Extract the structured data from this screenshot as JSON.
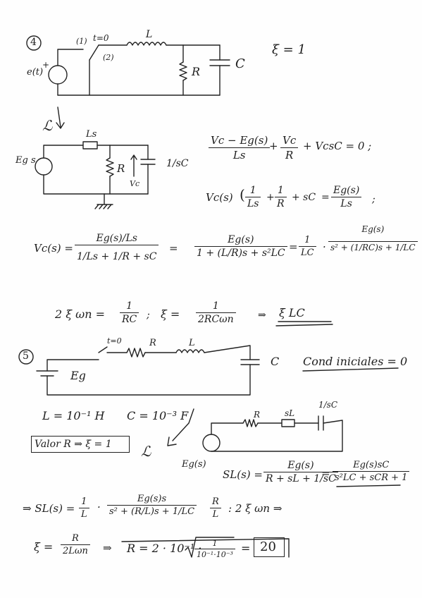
{
  "problem4": {
    "label": "4",
    "switch_time": "t=0",
    "switch_pos1": "(2)",
    "switch_pos2": "(1)",
    "source": "e(t)",
    "plus": "+",
    "L": "L",
    "R": "R",
    "C": "C",
    "xi_given": "ξ = 1",
    "laplace_mark": "ℒ",
    "Ls": "Ls",
    "Eg_s": "Eg s",
    "R2": "R",
    "one_over_sC": "1/sC",
    "Vc": "Vc",
    "eq1_num": "Vc − Eg(s)",
    "eq1_den": "Ls",
    "eq1_plus1": "+",
    "eq1_t2_num": "Vc",
    "eq1_t2_den": "R",
    "eq1_rest": "+ VcsC = 0 ;",
    "eq2_left": "Vc(s)",
    "eq2_f1_num": "1",
    "eq2_f1_den": "Ls",
    "eq2_plus": "+",
    "eq2_f2_num": "1",
    "eq2_f2_den": "R",
    "eq2_tail": "+ sC",
    "eq2_eq": "=",
    "eq2_rhs_num": "Eg(s)",
    "eq2_rhs_den": "Ls",
    "eq2_end": ";",
    "eq3_left": "Vc(s) =",
    "eq3_f1_num": "Eg(s)/Ls",
    "eq3_f1_den": "1/Ls + 1/R + sC",
    "eq3_eq1": "=",
    "eq3_f2_num": "Eg(s)",
    "eq3_f2_den": "1 + (L/R)s + s²LC",
    "eq3_eq2": "=",
    "eq3_f3_num": "1",
    "eq3_f3_den": "LC",
    "eq3_dot": "·",
    "eq3_f4_num": "Eg(s)",
    "eq3_f4_den": "s² + (1/RC)s + 1/LC",
    "eq4_lhs": "2 ξ ωn =",
    "eq4_f1_num": "1",
    "eq4_f1_den": "RC",
    "eq4_sep": ";",
    "eq4_xi": "ξ =",
    "eq4_f2_num": "1",
    "eq4_f2_den": "2RCωn",
    "eq4_arrow": "⇒",
    "eq4_end": "ξ LC"
  },
  "problem5": {
    "label": "5",
    "switch_time": "t=0",
    "R": "R",
    "L": "L",
    "C": "C",
    "Eg": "Eg",
    "initial_conditions": "Cond iniciales = 0",
    "L_value": "L = 10⁻¹ H",
    "C_value": "C = 10⁻³ F",
    "boxed_task": "Valor R ⇒ ξ = 1",
    "laplace_mark": "ℒ",
    "R_s": "R",
    "sL": "sL",
    "one_over_sC": "1/sC",
    "Eg_s": "Eg(s)",
    "eq1_left": "SL(s) =",
    "eq1_f1_num": "Eg(s)",
    "eq1_f1_den": "R + sL + 1/sC",
    "eq1_eq": "=",
    "eq1_f2_num": "Eg(s)sC",
    "eq1_f2_den": "s²LC + sCR + 1",
    "eq2_left": "⇒ SL(s) =",
    "eq2_f1_num": "1",
    "eq2_f1_den": "L",
    "eq2_dot": "·",
    "eq2_f2_num": "Eg(s)s",
    "eq2_f2_den": "s² + (R/L)s + 1/LC",
    "eq2_f3_num": "R",
    "eq2_f3_den": "L",
    "eq2_rhs": ": 2 ξ ωn ⇒",
    "eq3_xi": "ξ =",
    "eq3_f_num": "R",
    "eq3_f_den": "2Lωn",
    "eq3_arrow": "⇒",
    "eq3_R": "R = 2 · 10⁻¹ ·",
    "eq3_sqrt_num": "1",
    "eq3_sqrt_den": "10⁻¹·10⁻³",
    "eq3_eq": "=",
    "eq3_result": "20"
  }
}
